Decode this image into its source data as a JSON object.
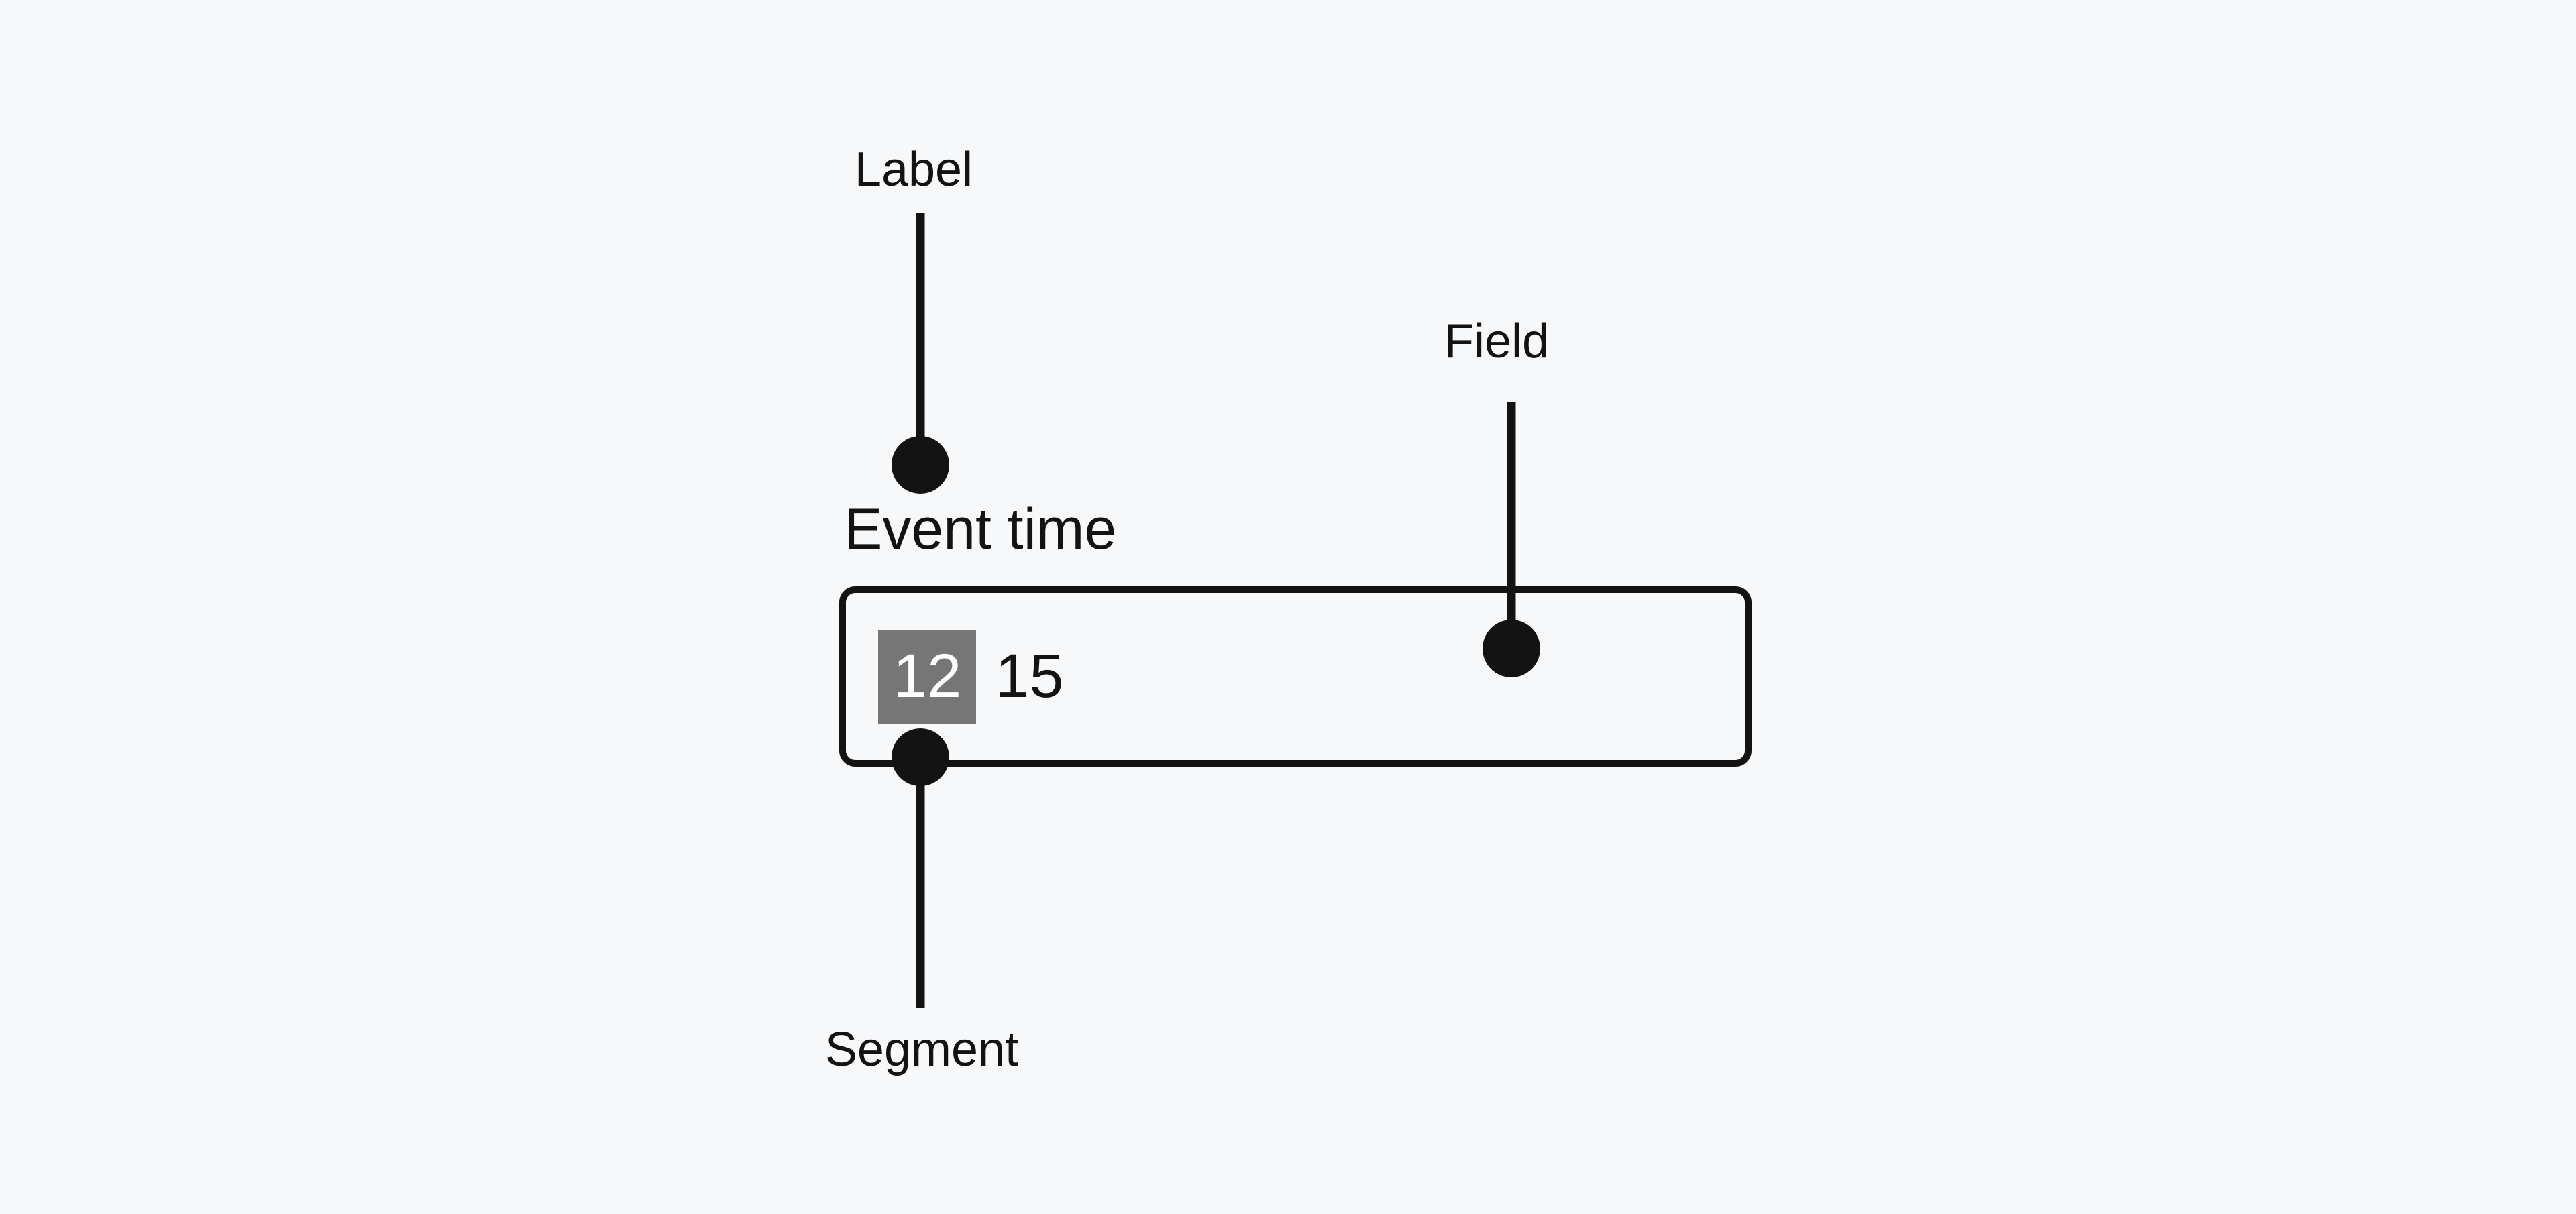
{
  "page": {
    "background_color": "#f7f8f9",
    "accent_color": "#131313"
  },
  "annotations": {
    "label": {
      "text": "Label"
    },
    "field": {
      "text": "Field"
    },
    "segment": {
      "text": "Segment"
    }
  },
  "time_field": {
    "label": "Event time",
    "segments": [
      {
        "value": "12",
        "state": "selected"
      },
      {
        "value": "15",
        "state": "default"
      }
    ],
    "selected_segment_bg": "#767676",
    "selected_segment_text_color": "#ffffff",
    "border_color": "#131313"
  }
}
